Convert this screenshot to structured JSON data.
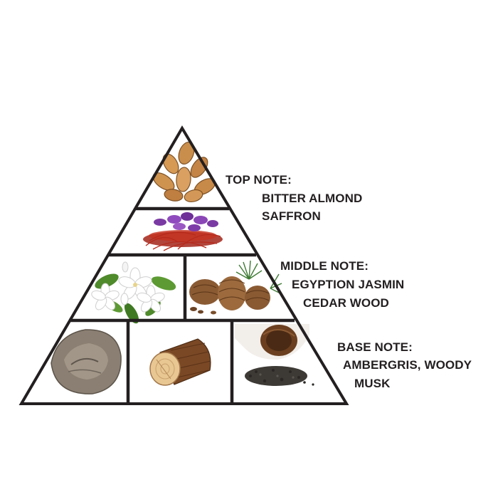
{
  "top": {
    "heading": "TOP NOTE:",
    "items": [
      "BITTER ALMOND",
      "SAFFRON"
    ]
  },
  "middle": {
    "heading": "MIDDLE NOTE:",
    "items": [
      "EGYPTION JASMIN",
      "CEDAR WOOD"
    ]
  },
  "base": {
    "heading": "BASE NOTE:",
    "items": [
      "AMBERGRIS, WOODY",
      "MUSK"
    ]
  },
  "images": [
    "almonds-image",
    "saffron-image",
    "jasmine-image",
    "pine-cones-image",
    "rock-image",
    "wood-log-image",
    "musk-image"
  ]
}
